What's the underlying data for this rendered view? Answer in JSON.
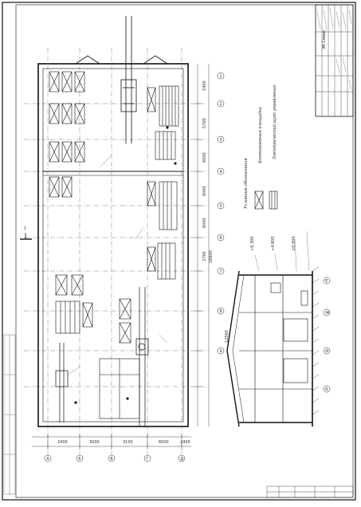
{
  "drawing": {
    "stamp_title": "ЗК Север",
    "section_mark": "1",
    "legend": {
      "line1": "Условные обозначения",
      "line2": "Контейнерная площадка",
      "line3": "Электрический щит управления"
    },
    "dimensions": {
      "plan_overall": "28800",
      "plan_bays": [
        "2400",
        "5700",
        "6000",
        "6000",
        "6000",
        "2700"
      ],
      "plan_bottom": [
        "2400",
        "3000",
        "3100",
        "6000",
        "2400"
      ],
      "section_width": "12000",
      "section_levels": [
        "+6.300",
        "+4.800",
        "±0.000"
      ]
    },
    "grid_axes": {
      "right": [
        "1",
        "2",
        "3",
        "4",
        "5",
        "6",
        "7",
        "8",
        "9"
      ],
      "bottom": [
        "А",
        "Б",
        "В",
        "Г",
        "Д"
      ],
      "section": [
        "Е",
        "Ж",
        "И",
        "К"
      ]
    }
  }
}
